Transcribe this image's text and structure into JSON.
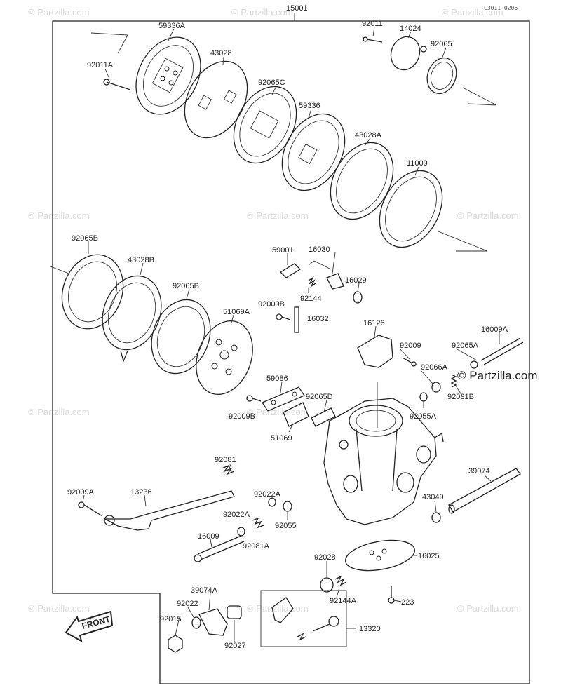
{
  "diagram_code": "C3011-0206",
  "assembly_number": "15001",
  "front_label": "FRONT",
  "brand_watermark": "© Partzilla.com",
  "background_watermark": "© Partzilla.com",
  "part_labels": {
    "p59336a": "59336A",
    "p92011a": "92011A",
    "p43028": "43028",
    "p92065c": "92065C",
    "p59336": "59336",
    "p43028a": "43028A",
    "p11009": "11009",
    "p92011": "92011",
    "p14024": "14024",
    "p92065": "92065",
    "p92065b_1": "92065B",
    "p43028b": "43028B",
    "p92065b_2": "92065B",
    "p51069a": "51069A",
    "p59001": "59001",
    "p16030": "16030",
    "p16029": "16029",
    "p92144": "92144",
    "p92009b_1": "92009B",
    "p16032": "16032",
    "p16126": "16126",
    "p16009a": "16009A",
    "p92009_1": "92009",
    "p92066a": "92066A",
    "p92065a": "92065A",
    "p92081b": "92081B",
    "p59086": "59086",
    "p92009b_2": "92009B",
    "p92065d": "92065D",
    "p92055a": "92055A",
    "p51069": "51069",
    "p92081": "92081",
    "p39074": "39074",
    "p92009a": "92009A",
    "p13236": "13236",
    "p92022a_1": "92022A",
    "p92022a_2": "92022A",
    "p92055": "92055",
    "p43049": "43049",
    "p92081a": "92081A",
    "p16009": "16009",
    "p92028": "92028",
    "p16025": "16025",
    "p92144a": "92144A",
    "p39074a": "39074A",
    "p92022": "92022",
    "p223": "223",
    "p92015": "92015",
    "p92027": "92027",
    "p13320": "13320"
  },
  "colors": {
    "ink": "#222222",
    "watermark": "#d9d9d9",
    "paper": "#ffffff"
  }
}
